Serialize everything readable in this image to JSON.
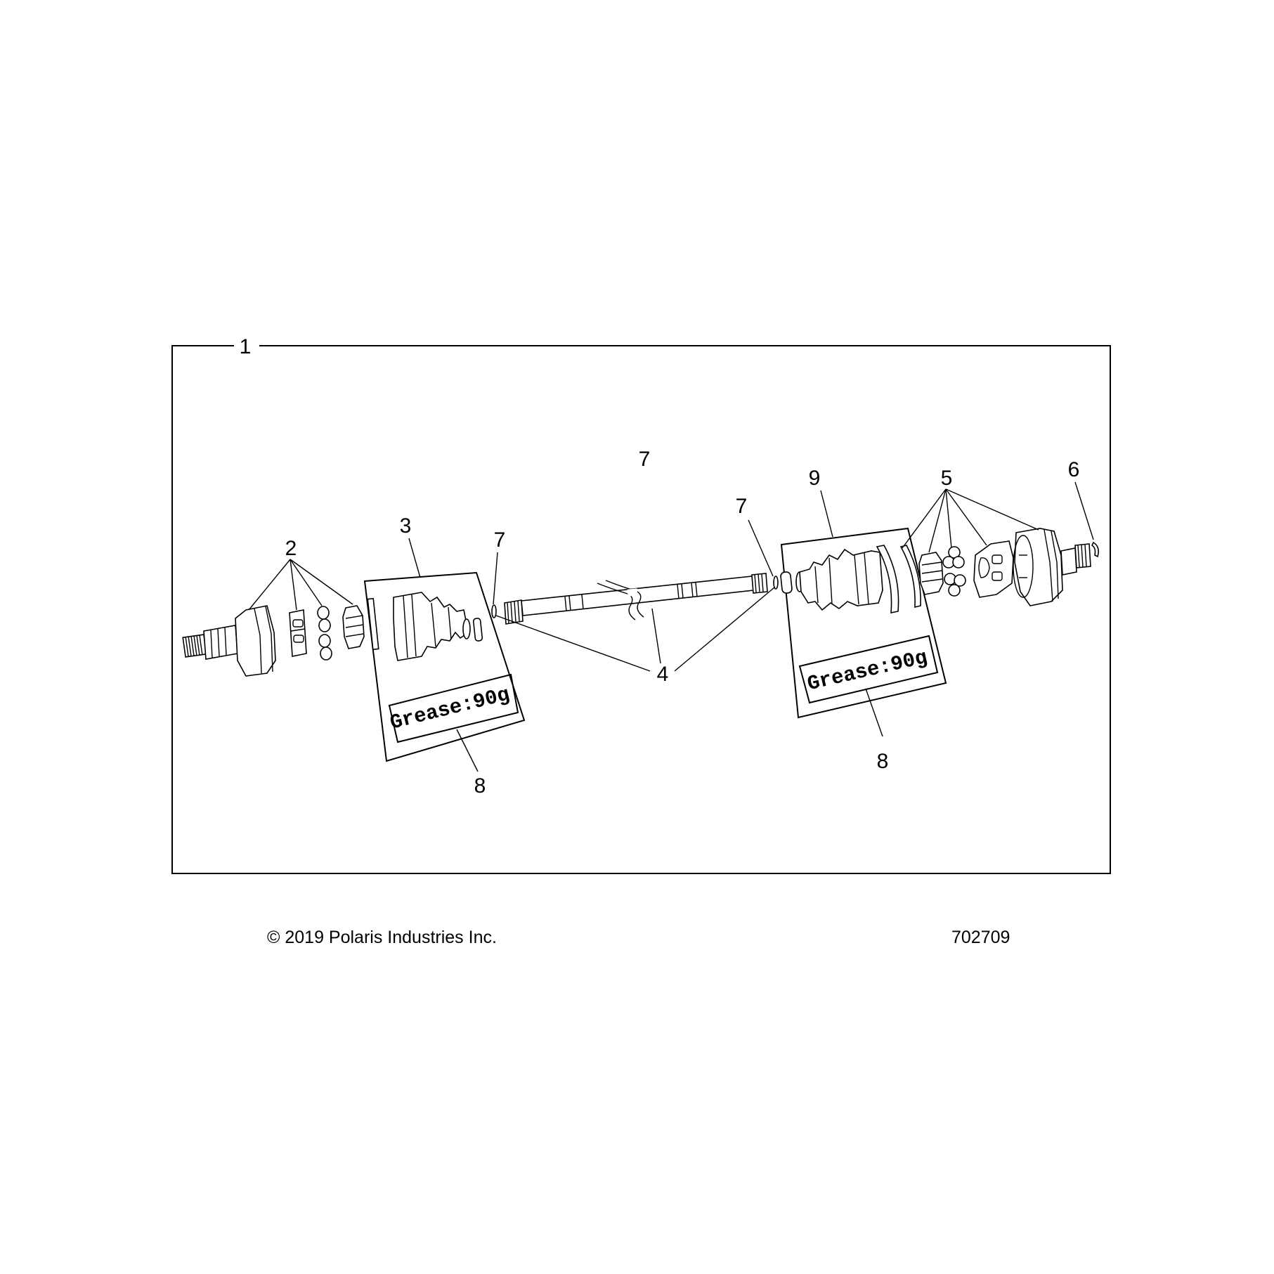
{
  "diagram": {
    "callouts": {
      "assembly": "1",
      "outer_joint_kit": "2",
      "boot_kit_left": "3",
      "shaft": "4",
      "inner_joint_kit": "5",
      "snap_ring": "6",
      "ring_top": "7",
      "ring_left": "7",
      "ring_right": "7",
      "grease_left": "8",
      "grease_right": "8",
      "boot_kit_right": "9"
    },
    "grease_label_left": "Grease:90g",
    "grease_label_right": "Grease:90g"
  },
  "footer": {
    "copyright": "© 2019  Polaris Industries Inc.",
    "drawing_number": "702709"
  }
}
